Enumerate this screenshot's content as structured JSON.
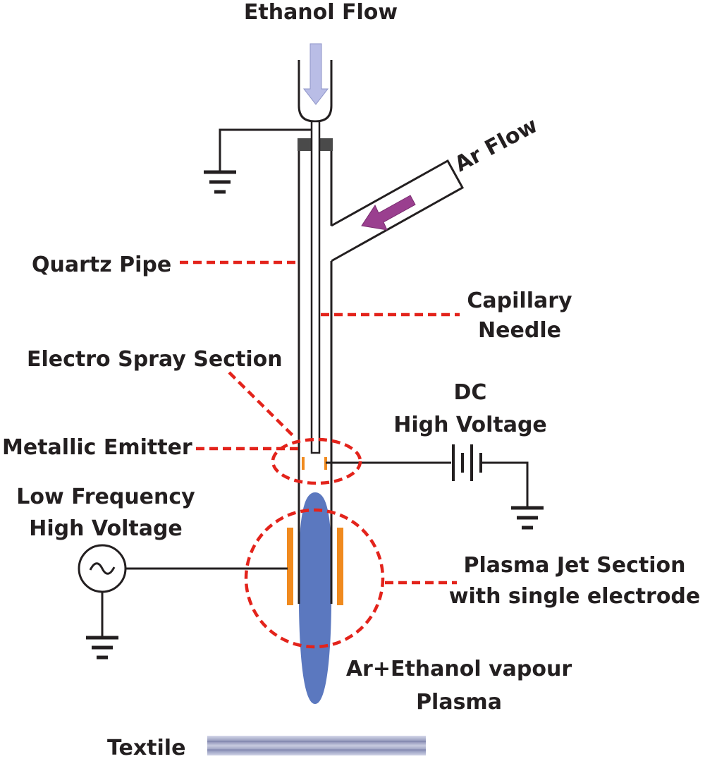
{
  "labels": {
    "ethanol_flow": "Ethanol Flow",
    "ar_flow": "Ar Flow",
    "quartz_pipe": "Quartz Pipe",
    "capillary_line1": "Capillary",
    "capillary_line2": "Needle",
    "electro_spray": "Electro Spray Section",
    "dc_line1": "DC",
    "dc_line2": "High Voltage",
    "metallic_emitter": "Metallic Emitter",
    "lf_line1": "Low Frequency",
    "lf_line2": "High Voltage",
    "plasma_jet_line1": "Plasma Jet Section",
    "plasma_jet_line2": "with single electrode",
    "plasma_line1": "Ar+Ethanol vapour",
    "plasma_line2": "Plasma",
    "textile": "Textile"
  },
  "colors": {
    "line": "#231f20",
    "leader": "#e3231b",
    "plasma": "#5b78bf",
    "electrode": "#f08a1e",
    "ethanol_arrow": "#b9bde6",
    "ar_arrow": "#9a3f8f",
    "textile": "#a8adcc"
  },
  "icons": {
    "ground": "ground-symbol-icon",
    "ac_source": "ac-source-icon",
    "dc_battery": "battery-icon"
  }
}
